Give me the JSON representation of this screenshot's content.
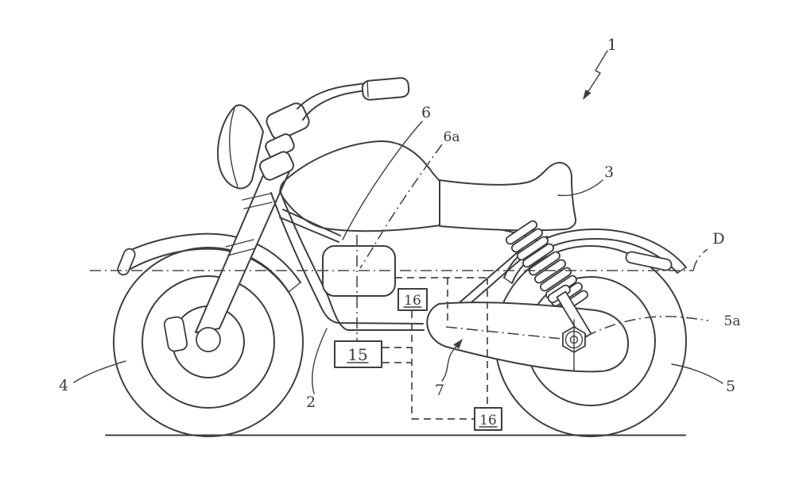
{
  "style": {
    "background": "#ffffff",
    "line_color": "#3e3e3e",
    "text_color": "#3a3a3a"
  },
  "labels": {
    "ref_1": "1",
    "ref_2": "2",
    "ref_3": "3",
    "ref_4": "4",
    "ref_5": "5",
    "ref_5a": "5a",
    "ref_6": "6",
    "ref_6a": "6a",
    "ref_7": "7",
    "axis_d": "D"
  },
  "boxes": {
    "box_15": "15",
    "box_16_upper": "16",
    "box_16_lower": "16"
  }
}
